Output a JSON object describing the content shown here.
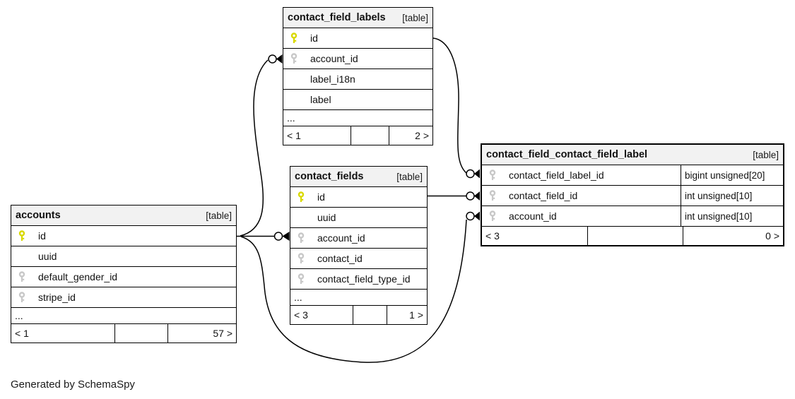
{
  "note": "Generated by SchemaSpy",
  "tables": {
    "contact_field_labels": {
      "name": "contact_field_labels",
      "tag": "[table]",
      "rows": [
        {
          "icon": "pk",
          "name": "id"
        },
        {
          "icon": "fk",
          "name": "account_id"
        },
        {
          "icon": "none",
          "name": "label_i18n"
        },
        {
          "icon": "none",
          "name": "label"
        }
      ],
      "ellipsis": "...",
      "footer": {
        "left": "< 1",
        "mid": "",
        "right": "2 >"
      }
    },
    "contact_fields": {
      "name": "contact_fields",
      "tag": "[table]",
      "rows": [
        {
          "icon": "pk",
          "name": "id"
        },
        {
          "icon": "none",
          "name": "uuid"
        },
        {
          "icon": "fk",
          "name": "account_id"
        },
        {
          "icon": "fk",
          "name": "contact_id"
        },
        {
          "icon": "fk",
          "name": "contact_field_type_id"
        }
      ],
      "ellipsis": "...",
      "footer": {
        "left": "< 3",
        "mid": "",
        "right": "1 >"
      }
    },
    "accounts": {
      "name": "accounts",
      "tag": "[table]",
      "rows": [
        {
          "icon": "pk",
          "name": "id"
        },
        {
          "icon": "none",
          "name": "uuid"
        },
        {
          "icon": "fk",
          "name": "default_gender_id"
        },
        {
          "icon": "fk",
          "name": "stripe_id"
        }
      ],
      "ellipsis": "...",
      "footer": {
        "left": "< 1",
        "mid": "",
        "right": "57 >"
      }
    },
    "contact_field_contact_field_label": {
      "name": "contact_field_contact_field_label",
      "tag": "[table]",
      "rows": [
        {
          "icon": "fk",
          "name": "contact_field_label_id",
          "type": "bigint unsigned[20]"
        },
        {
          "icon": "fk",
          "name": "contact_field_id",
          "type": "int unsigned[10]"
        },
        {
          "icon": "fk",
          "name": "account_id",
          "type": "int unsigned[10]"
        }
      ],
      "footer": {
        "left": "< 3",
        "mid": "",
        "right": "0 >"
      }
    }
  },
  "relationships": [
    {
      "from": "contact_field_labels.id",
      "to": "contact_field_contact_field_label.contact_field_label_id"
    },
    {
      "from": "contact_fields.id",
      "to": "contact_field_contact_field_label.contact_field_id"
    },
    {
      "from": "accounts.id",
      "to": "contact_field_contact_field_label.account_id"
    },
    {
      "from": "accounts.id",
      "to": "contact_fields.account_id"
    },
    {
      "from": "accounts.id",
      "to": "contact_field_labels.account_id"
    }
  ],
  "colors": {
    "primary_key": "#d9d900",
    "foreign_key": "#c8c8c8",
    "header_bg": "#f2f2f2",
    "line": "#000000"
  }
}
